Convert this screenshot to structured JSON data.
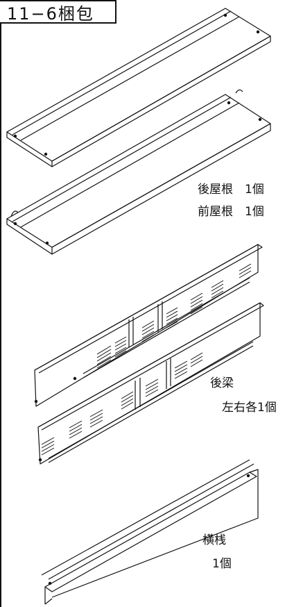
{
  "title": "11−6梱包",
  "labels": {
    "rear_roof": "後屋根　1個",
    "front_roof": "前屋根　1個",
    "rear_beam": "後梁",
    "rear_beam_qty": "左右各1個",
    "crossbar": "横桟",
    "crossbar_qty": "1個"
  }
}
